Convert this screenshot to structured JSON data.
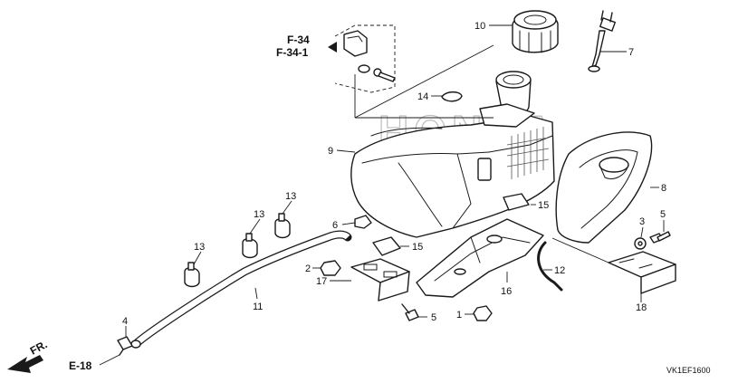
{
  "callouts": {
    "p1": "1",
    "p2": "2",
    "p3": "3",
    "p4": "4",
    "p5a": "5",
    "p5b": "5",
    "p6": "6",
    "p7": "7",
    "p8": "8",
    "p9": "9",
    "p10": "10",
    "p11": "11",
    "p12": "12",
    "p13a": "13",
    "p13b": "13",
    "p13c": "13",
    "p14": "14",
    "p15a": "15",
    "p15b": "15",
    "p16": "16",
    "p17": "17",
    "p18": "18"
  },
  "refs": {
    "f34": "F-34",
    "f341": "F-34-1",
    "e18": "E-18",
    "front": "FR."
  },
  "drawing_code": "VK1EF1600",
  "watermark": "HONDA"
}
